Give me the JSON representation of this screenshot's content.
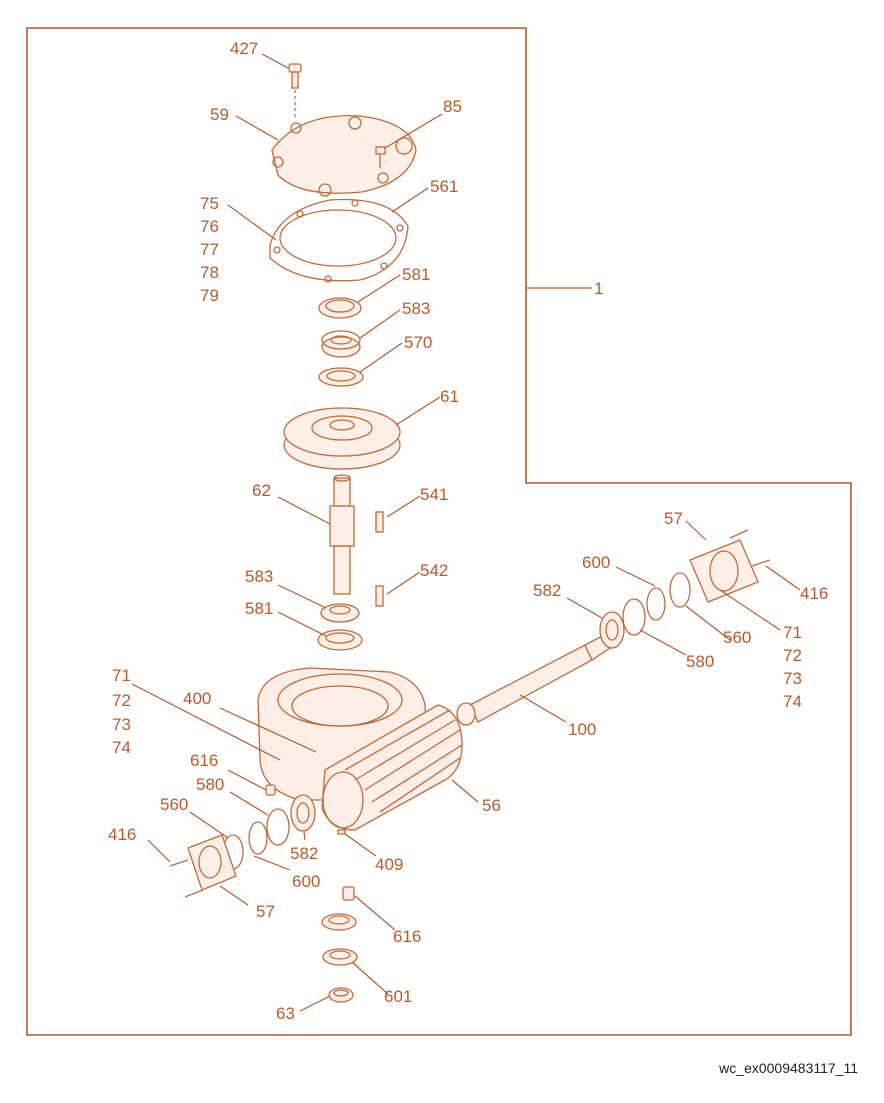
{
  "diagram": {
    "labels": {
      "l427": "427",
      "l59": "59",
      "l85": "85",
      "l561": "561",
      "l75": "75",
      "l76": "76",
      "l77": "77",
      "l78": "78",
      "l79": "79",
      "l581a": "581",
      "l583a": "583",
      "l570": "570",
      "l61": "61",
      "l1": "1",
      "l62": "62",
      "l541": "541",
      "l542": "542",
      "l583b": "583",
      "l581b": "581",
      "l57a": "57",
      "l416a": "416",
      "l600a": "600",
      "l582a": "582",
      "l560a": "560",
      "l71a": "71",
      "l72a": "72",
      "l73a": "73",
      "l74a": "74",
      "l580a": "580",
      "l100": "100",
      "l71b": "71",
      "l72b": "72",
      "l73b": "73",
      "l74b": "74",
      "l400": "400",
      "l616a": "616",
      "l580b": "580",
      "l56": "56",
      "l560b": "560",
      "l416b": "416",
      "l582b": "582",
      "l409": "409",
      "l600b": "600",
      "l57b": "57",
      "l616b": "616",
      "l601": "601",
      "l63": "63"
    },
    "reference": "wc_ex0009483117_11",
    "colors": {
      "label": "#b85a28",
      "part": "#c06a3a",
      "fill": "#fbefe7"
    }
  }
}
